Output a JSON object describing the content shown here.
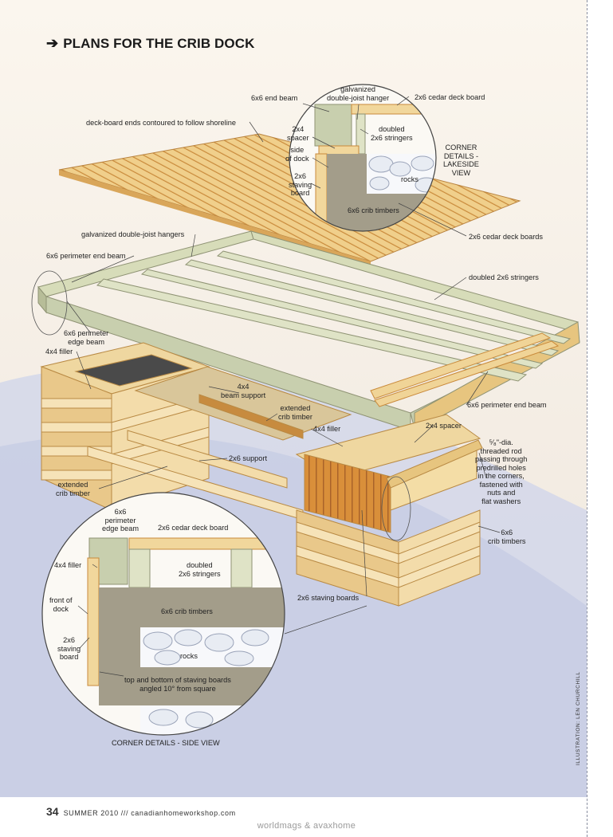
{
  "title": "PLANS FOR THE CRIB DOCK",
  "title_icon": "arrow-right-icon",
  "labels": {
    "end_beam_6x6": "6x6 end beam",
    "galv_hanger": "galvanized\ndouble-joist hanger",
    "cedar_deck_board": "2x6 cedar deck board",
    "deck_ends": "deck-board ends contoured to follow shoreline",
    "spacer_2x4_top": "2x4\nspacer",
    "doubled_stringers_top": "doubled\n2x6 stringers",
    "side_of_dock": "side\nof dock",
    "staving_board_top": "2x6\nstaving\nboard",
    "rocks_top": "rocks",
    "crib_timbers_top": "6x6 crib timbers",
    "corner_lakeside": "CORNER\nDETAILS -\nLAKESIDE\nVIEW",
    "cedar_deck_boards": "2x6 cedar deck boards",
    "galv_hangers": "galvanized double-joist hangers",
    "perimeter_end_beam_left": "6x6 perimeter end beam",
    "doubled_stringers": "doubled 2x6 stringers",
    "perimeter_edge_beam": "6x6 perimeter\nedge beam",
    "filler_4x4_left": "4x4 filler",
    "beam_support": "4x4\nbeam support",
    "extended_crib_timber_center": "extended\ncrib timber",
    "perimeter_end_beam_right": "6x6 perimeter end beam",
    "spacer_2x4": "2x4 spacer",
    "filler_4x4_center": "4x4 filler",
    "threaded_rod": "⁵⁄₈\"-dia.\nthreaded rod\npassing through\npredrilled holes\nin the corners,\nfastened with\nnuts and\nflat washers",
    "support_2x6": "2x6 support",
    "extended_crib_timber_left": "extended\ncrib timber",
    "crib_timbers": "6x6\ncrib timbers",
    "staving_boards": "2x6 staving boards",
    "edge_beam_side": "6x6\nperimeter\nedge beam",
    "cedar_deck_board_side": "2x6 cedar deck board",
    "filler_4x4_side": "4x4 filler",
    "doubled_stringers_side": "doubled\n2x6 stringers",
    "front_of_dock": "front of\ndock",
    "staving_board_side": "2x6\nstaving\nboard",
    "crib_timbers_side": "6x6 crib timbers",
    "rocks_side": "rocks",
    "angled_note": "top and bottom of staving boards\nangled 10° from square",
    "corner_side": "CORNER DETAILS - SIDE VIEW"
  },
  "footer": {
    "page_number": "34",
    "issue": "SUMMER 2010 /// canadianhomeworkshop.com"
  },
  "credit": "ILLUSTRATION: LEN CHURCHILL",
  "watermark": "worldmags & avaxhome",
  "colors": {
    "wood_light": "#f1d79c",
    "wood_mid": "#e3b466",
    "wood_dark": "#c98a3b",
    "beam_green": "#c8cfae",
    "crib_grey": "#a39d8a",
    "rock": "#e8ecf3",
    "water": "#c9cfe6"
  }
}
